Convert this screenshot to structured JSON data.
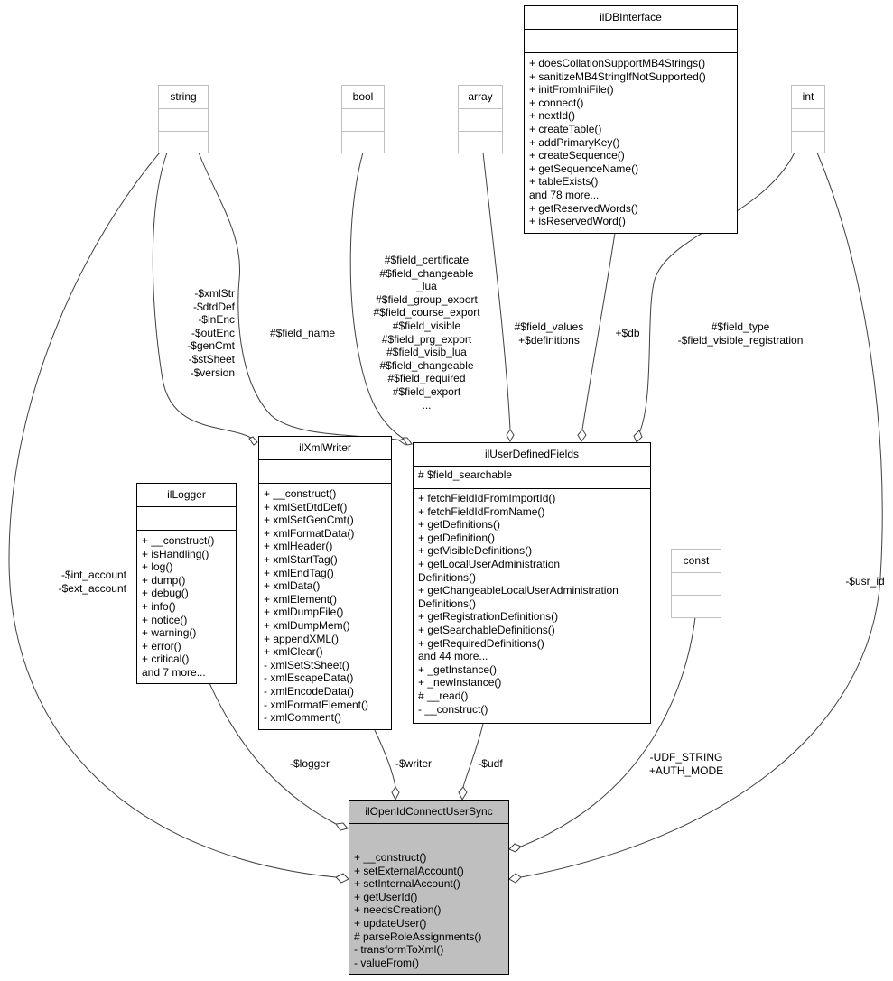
{
  "classes": {
    "string": {
      "name": "string",
      "attributes": [],
      "methods": []
    },
    "bool": {
      "name": "bool",
      "attributes": [],
      "methods": []
    },
    "array": {
      "name": "array",
      "attributes": [],
      "methods": []
    },
    "int": {
      "name": "int",
      "attributes": [],
      "methods": []
    },
    "const": {
      "name": "const",
      "attributes": [],
      "methods": []
    },
    "ilDBInterface": {
      "name": "ilDBInterface",
      "attributes": [],
      "methods": [
        "+ doesCollationSupportMB4Strings()",
        "+ sanitizeMB4StringIfNotSupported()",
        "+ initFromIniFile()",
        "+ connect()",
        "+ nextId()",
        "+ createTable()",
        "+ addPrimaryKey()",
        "+ createSequence()",
        "+ getSequenceName()",
        "+ tableExists()",
        "and 78 more...",
        "+ getReservedWords()",
        "+ isReservedWord()"
      ]
    },
    "ilLogger": {
      "name": "ilLogger",
      "attributes": [],
      "methods": [
        "+ __construct()",
        "+ isHandling()",
        "+ log()",
        "+ dump()",
        "+ debug()",
        "+ info()",
        "+ notice()",
        "+ warning()",
        "+ error()",
        "+ critical()",
        "and 7 more..."
      ]
    },
    "ilXmlWriter": {
      "name": "ilXmlWriter",
      "attributes": [],
      "methods": [
        "+ __construct()",
        "+ xmlSetDtdDef()",
        "+ xmlSetGenCmt()",
        "+ xmlFormatData()",
        "+ xmlHeader()",
        "+ xmlStartTag()",
        "+ xmlEndTag()",
        "+ xmlData()",
        "+ xmlElement()",
        "+ xmlDumpFile()",
        "+ xmlDumpMem()",
        "+ appendXML()",
        "+ xmlClear()",
        "- xmlSetStSheet()",
        "- xmlEscapeData()",
        "- xmlEncodeData()",
        "- xmlFormatElement()",
        "- xmlComment()"
      ]
    },
    "ilUserDefinedFields": {
      "name": "ilUserDefinedFields",
      "attributes": [
        "# $field_searchable"
      ],
      "methods": [
        "+ fetchFieldIdFromImportId()",
        "+ fetchFieldIdFromName()",
        "+ getDefinitions()",
        "+ getDefinition()",
        "+ getVisibleDefinitions()",
        "+ getLocalUserAdministration",
        "Definitions()",
        "+ getChangeableLocalUserAdministration",
        "Definitions()",
        "+ getRegistrationDefinitions()",
        "+ getSearchableDefinitions()",
        "+ getRequiredDefinitions()",
        "and 44 more...",
        "+ _getInstance()",
        "+ _newInstance()",
        "# __read()",
        "- __construct()"
      ]
    },
    "ilOpenIdConnectUserSync": {
      "name": "ilOpenIdConnectUserSync",
      "attributes": [],
      "methods": [
        "+ __construct()",
        "+ setExternalAccount()",
        "+ setInternalAccount()",
        "+ getUserId()",
        "+ needsCreation()",
        "+ updateUser()",
        "# parseRoleAssignments()",
        "- transformToXml()",
        "- valueFrom()"
      ]
    }
  },
  "edge_labels": {
    "xmlwriter_string": [
      "-$xmlStr",
      "-$dtdDef",
      "-$inEnc",
      "-$outEnc",
      "-$genCmt",
      "-$stSheet",
      "-$version"
    ],
    "udf_string": [
      "#$field_name"
    ],
    "udf_bool": [
      "#$field_certificate",
      "#$field_changeable",
      "_lua",
      "#$field_group_export",
      "#$field_course_export",
      "#$field_visible",
      "#$field_prg_export",
      "#$field_visib_lua",
      "#$field_changeable",
      "#$field_required",
      "#$field_export",
      "..."
    ],
    "udf_array": [
      "#$field_values",
      "+$definitions"
    ],
    "udf_db": [
      "+$db"
    ],
    "udf_int": [
      "#$field_type",
      "-$field_visible_registration"
    ],
    "sync_string": [
      "-$int_account",
      "-$ext_account"
    ],
    "sync_int": [
      "-$usr_id"
    ],
    "sync_const": [
      "-UDF_STRING",
      "+AUTH_MODE"
    ],
    "sync_logger": [
      "-$logger"
    ],
    "sync_writer": [
      "-$writer"
    ],
    "sync_udf": [
      "-$udf"
    ]
  }
}
